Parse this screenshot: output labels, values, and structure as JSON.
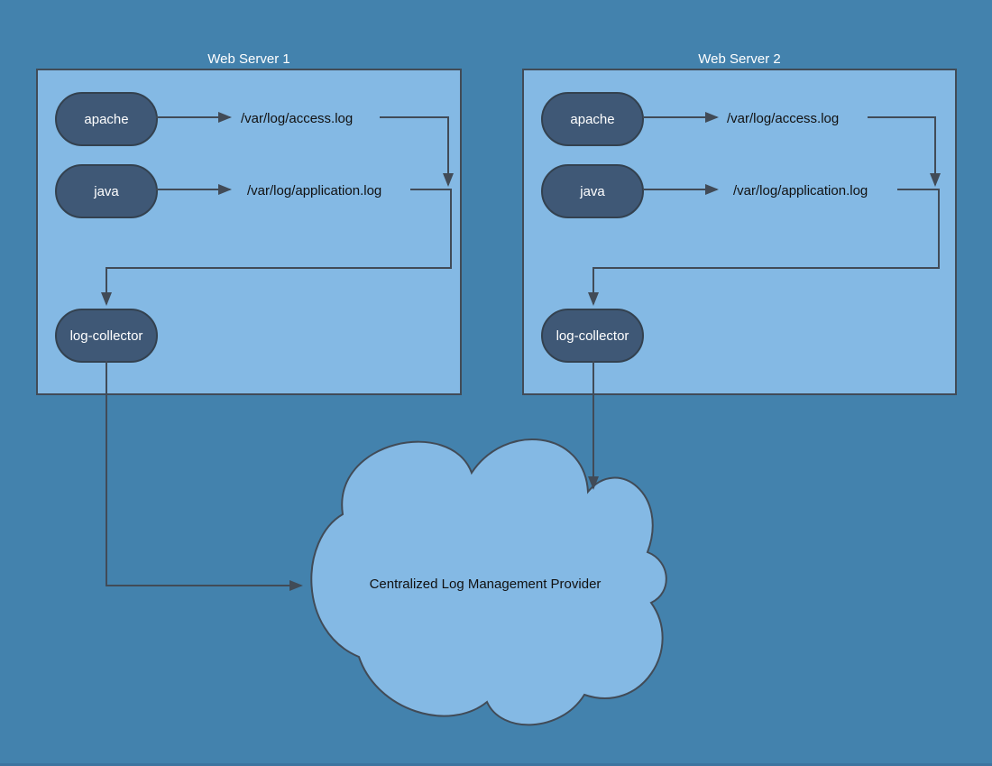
{
  "diagram": {
    "background_color": "#4382ad",
    "colors": {
      "container_fill": "#84b9e4",
      "container_border": "#414b57",
      "node_fill": "#3f5876",
      "node_border": "#33414f",
      "node_text": "#ffffff",
      "file_label_text": "#111111",
      "connector": "#414b57",
      "title_text": "#ffffff",
      "cloud_fill": "#84b9e4",
      "cloud_border": "#414b57"
    },
    "servers": [
      {
        "title": "Web Server 1",
        "process_nodes": [
          "apache",
          "java"
        ],
        "log_files": [
          "/var/log/access.log",
          "/var/log/application.log"
        ],
        "collector_node": "log-collector"
      },
      {
        "title": "Web Server 2",
        "process_nodes": [
          "apache",
          "java"
        ],
        "log_files": [
          "/var/log/access.log",
          "/var/log/application.log"
        ],
        "collector_node": "log-collector"
      }
    ],
    "cloud": {
      "label": "Centralized Log Management Provider"
    }
  }
}
